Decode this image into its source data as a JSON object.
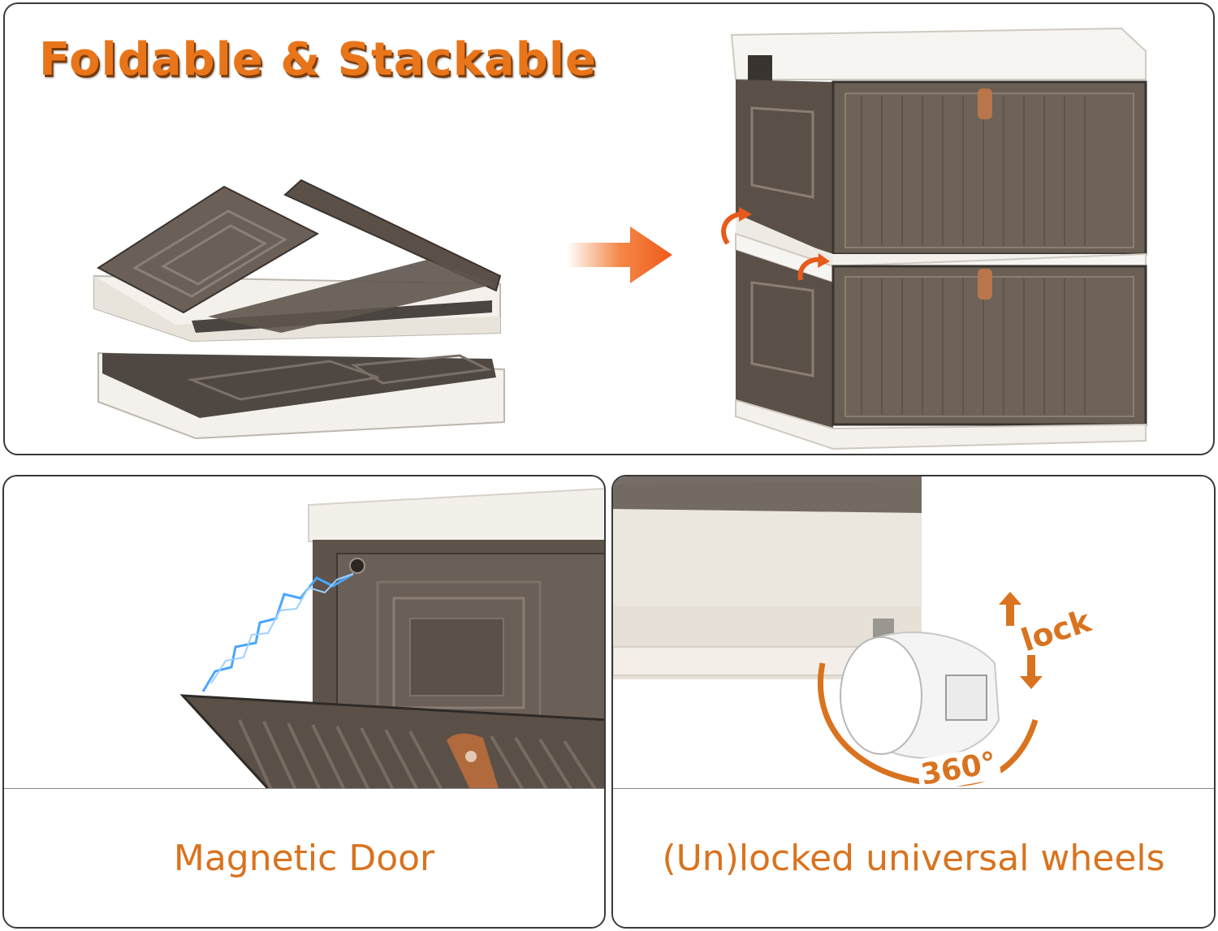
{
  "top_panel": {
    "title": "Foldable & Stackable"
  },
  "magnetic_panel": {
    "caption": "Magnetic Door"
  },
  "wheel_panel": {
    "caption": "(Un)locked universal wheels",
    "lock_label": "lock",
    "rotation_label": "360°"
  },
  "colors": {
    "accent": "#e8751a",
    "caption_text": "#d9731f",
    "smoky_panel": "#5a5048",
    "frame_white": "#f4f1ec",
    "border": "#3a3a3a",
    "spark_blue": "#4aa6ff"
  },
  "icons": [
    "arrow-right-icon",
    "rotate-arrow-icon",
    "lightning-icon",
    "up-arrow-icon",
    "down-arrow-icon",
    "rotation-arc-icon"
  ]
}
